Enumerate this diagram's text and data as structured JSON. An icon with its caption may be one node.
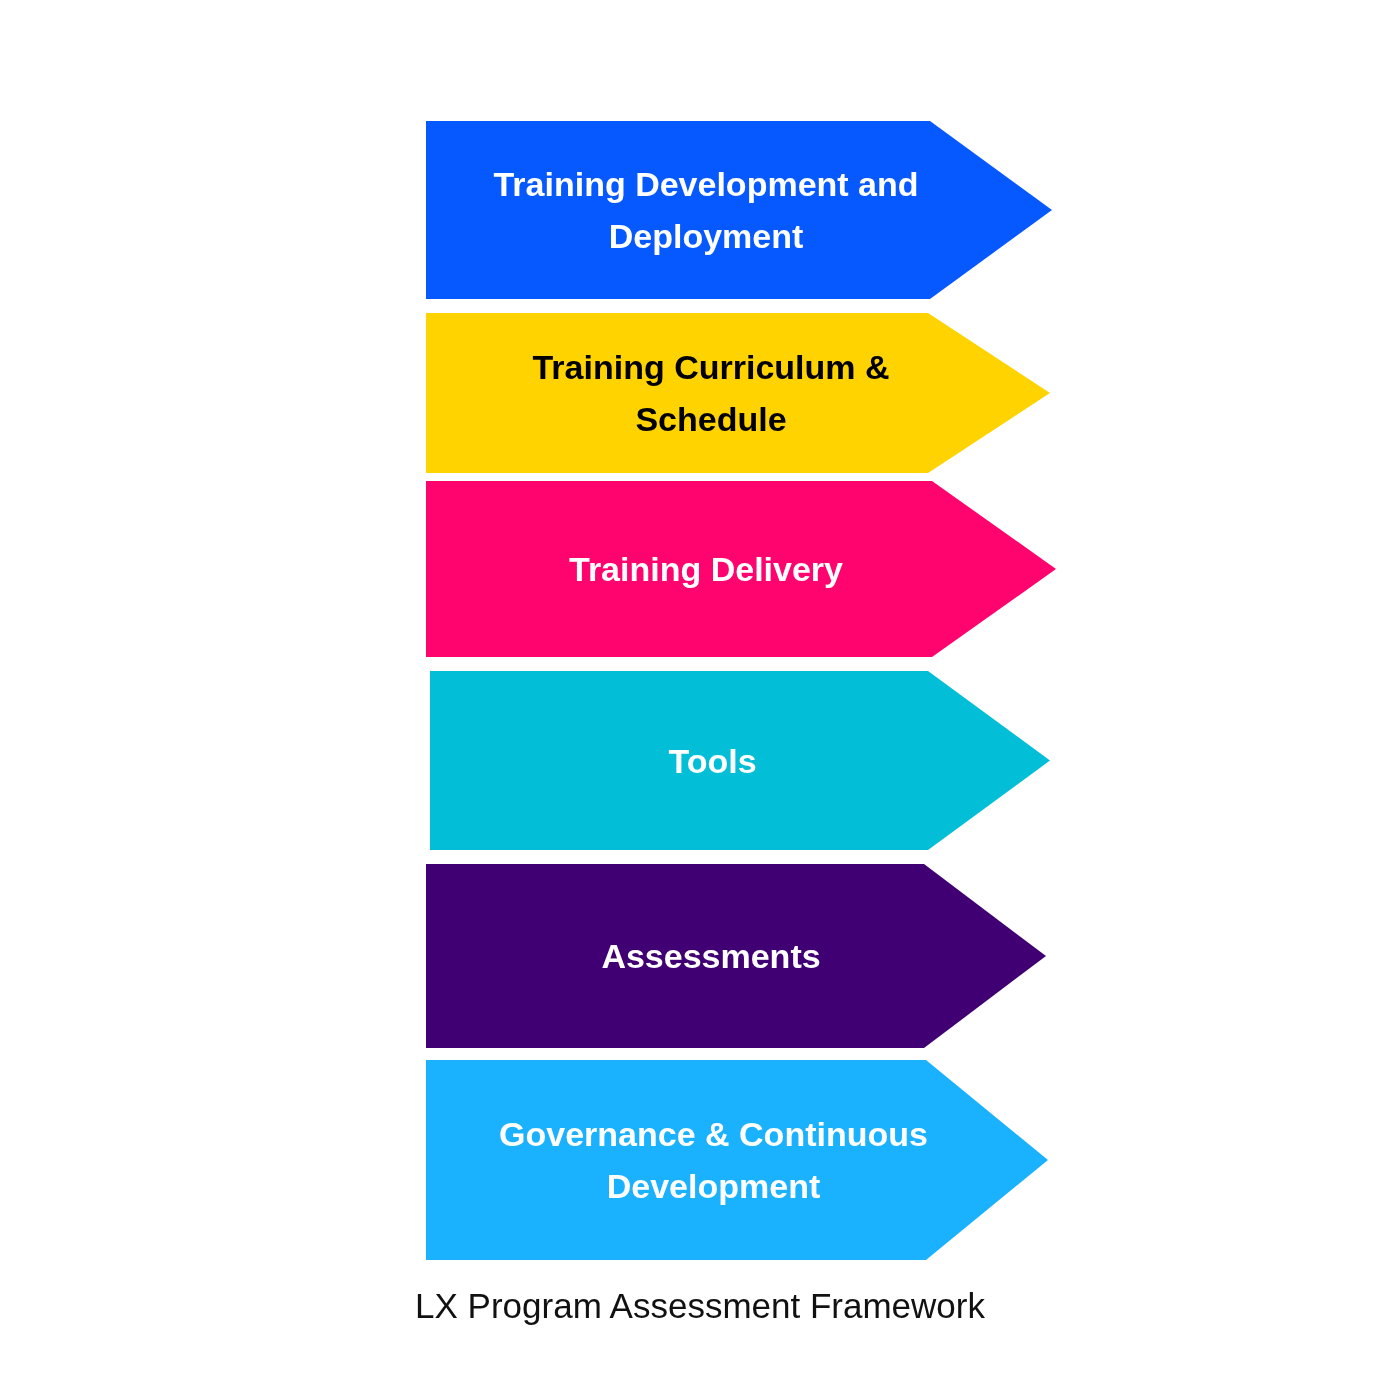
{
  "diagram": {
    "caption": "LX Program Assessment Framework",
    "nodes": [
      {
        "text": [
          "Training Development and Deployment"
        ]
      },
      {
        "text": [
          "Training Curriculum & Schedule"
        ]
      },
      {
        "text": [
          "Training Delivery"
        ]
      },
      {
        "text": [
          "Tools"
        ]
      },
      {
        "text": [
          "Assessments"
        ]
      },
      {
        "text": [
          "Governance & Continuous Development"
        ]
      }
    ]
  }
}
